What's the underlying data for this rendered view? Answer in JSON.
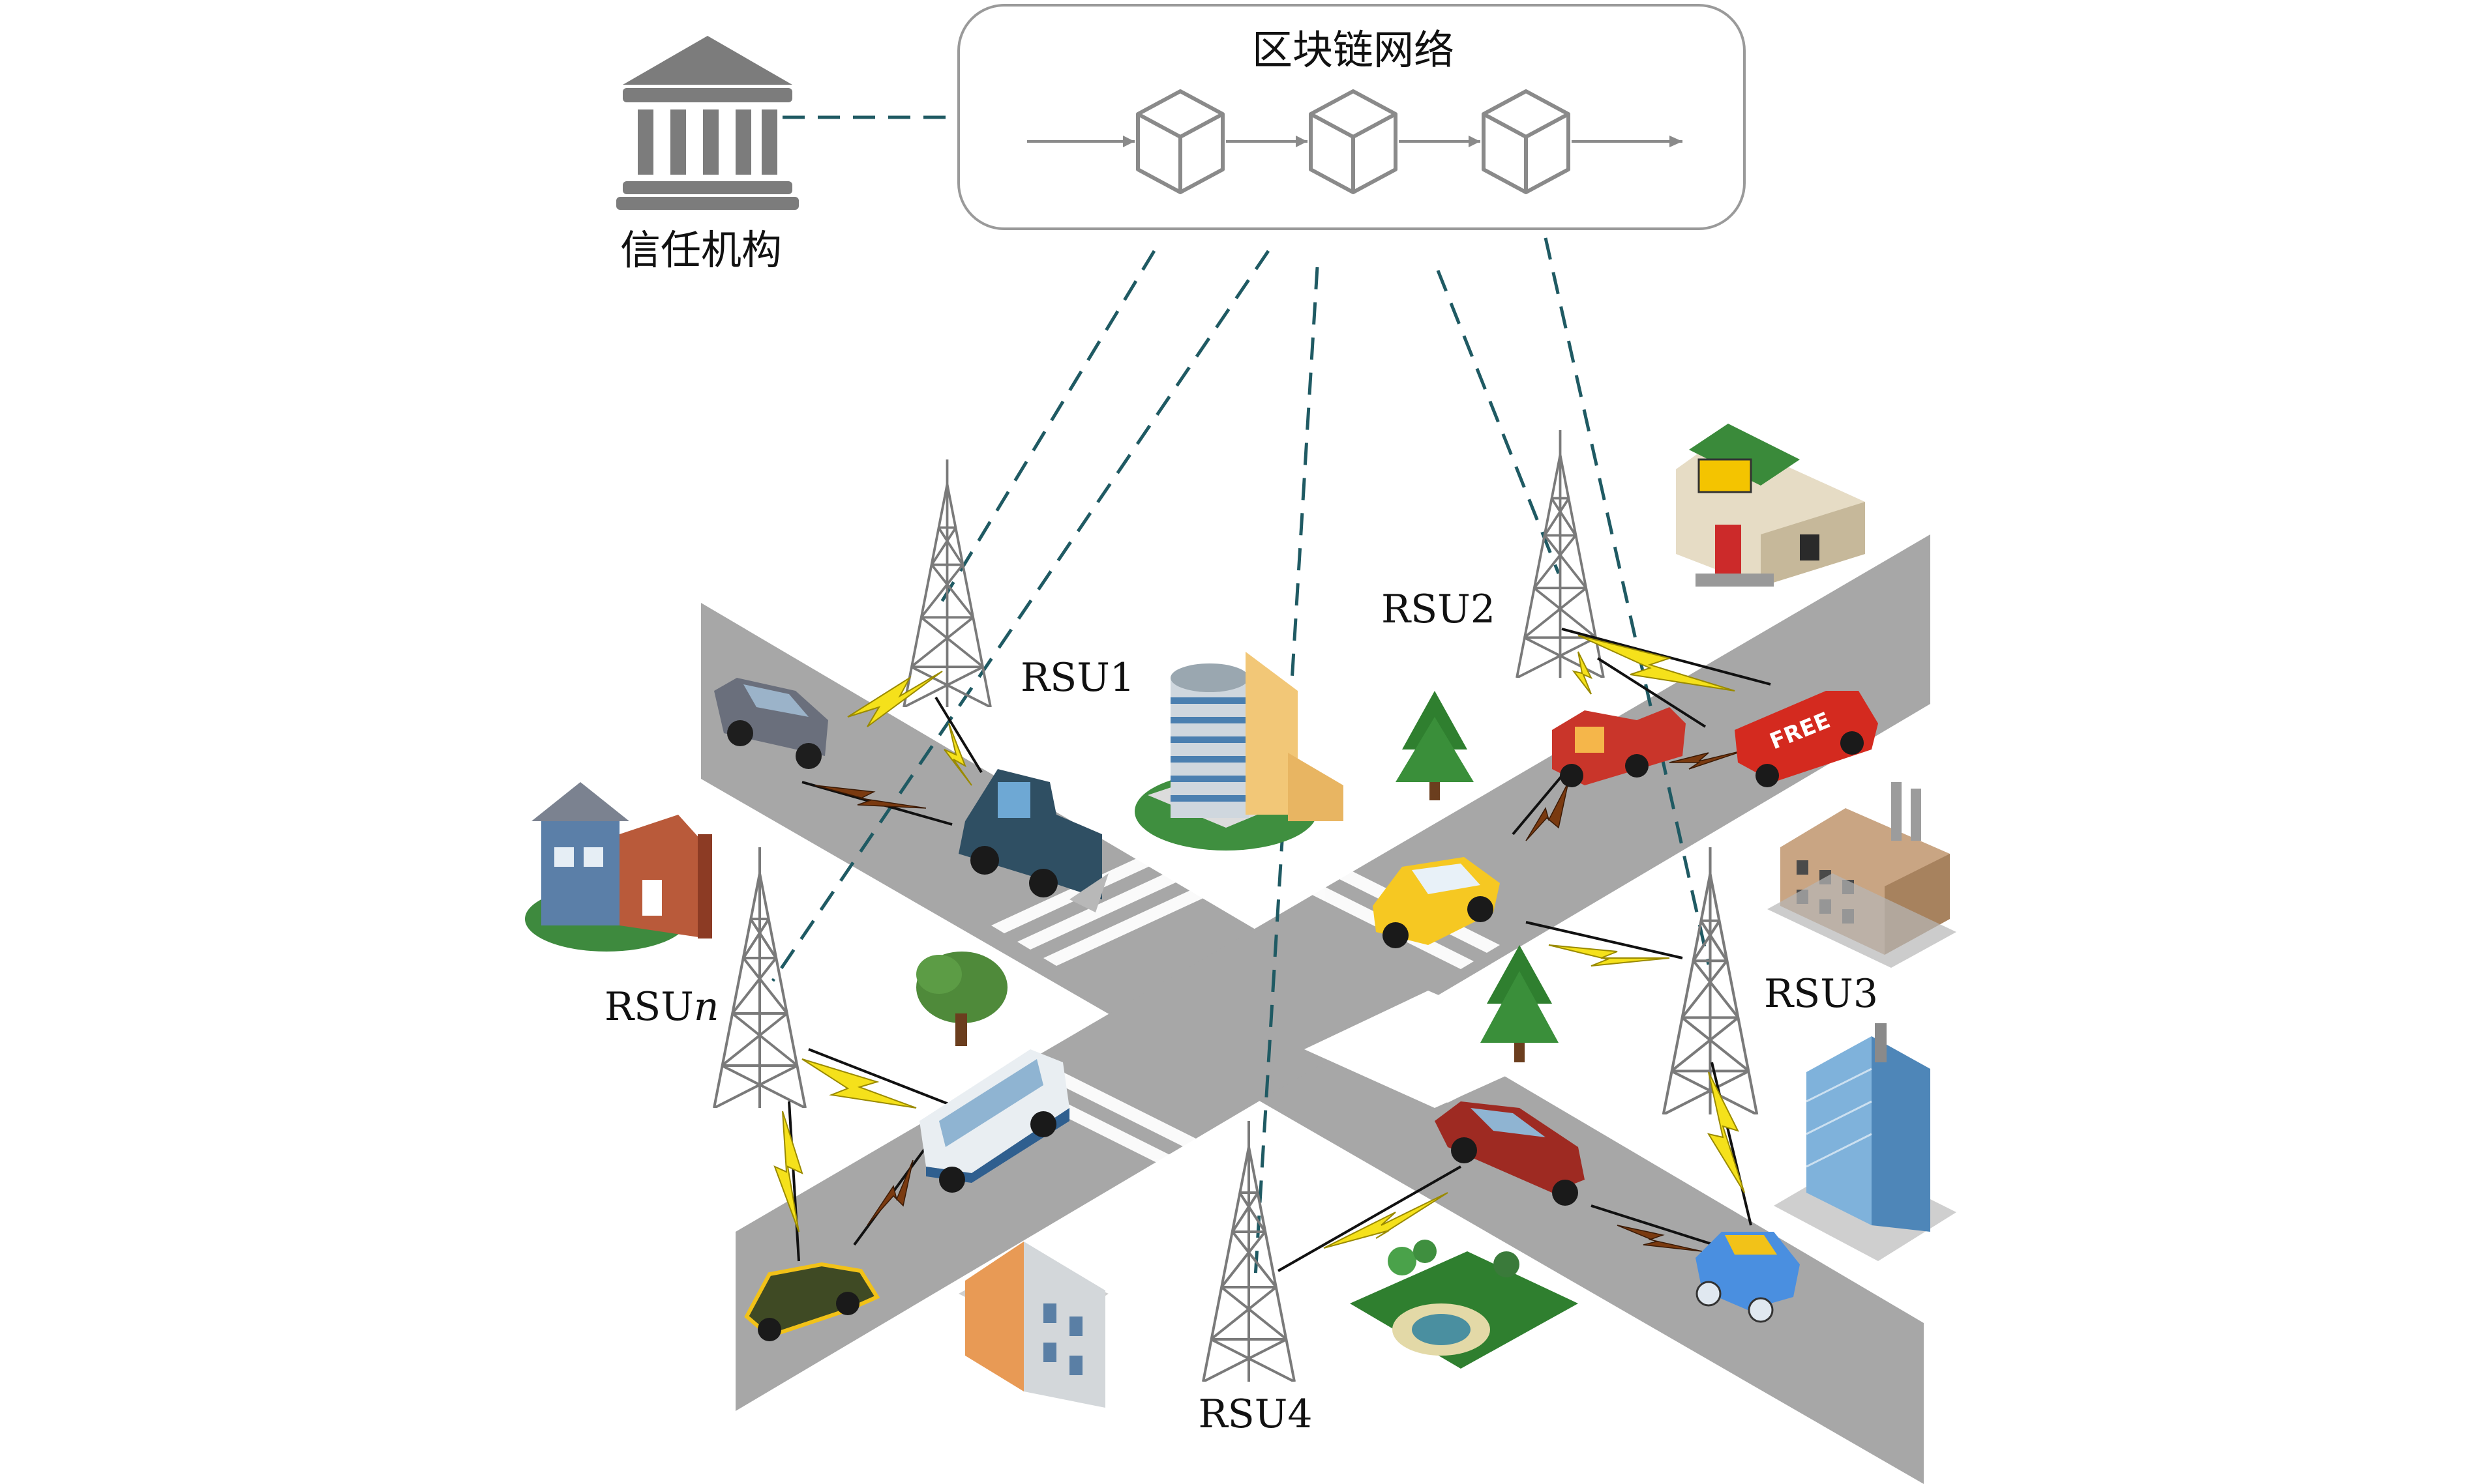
{
  "blockchain": {
    "title": "区块链网络",
    "blocks": 3
  },
  "authority": {
    "label": "信任机构",
    "icon": "bank-icon"
  },
  "rsus": [
    {
      "id": "rsu1",
      "label": "RSU1"
    },
    {
      "id": "rsu2",
      "label": "RSU2"
    },
    {
      "id": "rsu3",
      "label": "RSU3"
    },
    {
      "id": "rsu4",
      "label": "RSU4"
    },
    {
      "id": "rsun",
      "label": "RSU",
      "label_italic": "n"
    }
  ],
  "vehicles": [
    {
      "name": "grey-car"
    },
    {
      "name": "blue-truck"
    },
    {
      "name": "red-fire-truck"
    },
    {
      "name": "red-van",
      "text": "FREE"
    },
    {
      "name": "yellow-taxi"
    },
    {
      "name": "bus"
    },
    {
      "name": "olive-car"
    },
    {
      "name": "red-car"
    },
    {
      "name": "blue-car"
    }
  ],
  "colors": {
    "road": "#a7a7a7",
    "dash_link": "#1f5a63",
    "wireless_bolt": "#f5e11b",
    "vehicle_bolt": "#7a3a10",
    "tower": "#7a7a7a",
    "block": "#8a8a8a"
  }
}
